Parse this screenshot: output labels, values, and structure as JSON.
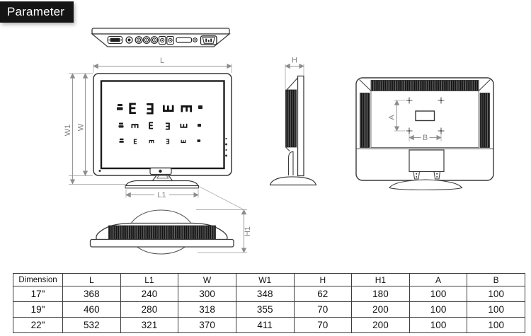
{
  "page": {
    "title": "Parameter"
  },
  "dimension_labels": {
    "L": "L",
    "L1": "L1",
    "W": "W",
    "W1": "W1",
    "H": "H",
    "H1": "H1",
    "A": "A",
    "B": "B"
  },
  "front_view": {
    "screen": {
      "optotype": "E"
    }
  },
  "table": {
    "headers": [
      "Dimension",
      "L",
      "L1",
      "W",
      "W1",
      "H",
      "H1",
      "A",
      "B"
    ],
    "rows": [
      {
        "size": "17\"",
        "values": [
          "368",
          "240",
          "300",
          "348",
          "62",
          "180",
          "100",
          "100"
        ]
      },
      {
        "size": "19\"",
        "values": [
          "460",
          "280",
          "318",
          "355",
          "70",
          "200",
          "100",
          "100"
        ]
      },
      {
        "size": "22\"",
        "values": [
          "532",
          "321",
          "370",
          "411",
          "70",
          "200",
          "100",
          "100"
        ]
      }
    ]
  }
}
